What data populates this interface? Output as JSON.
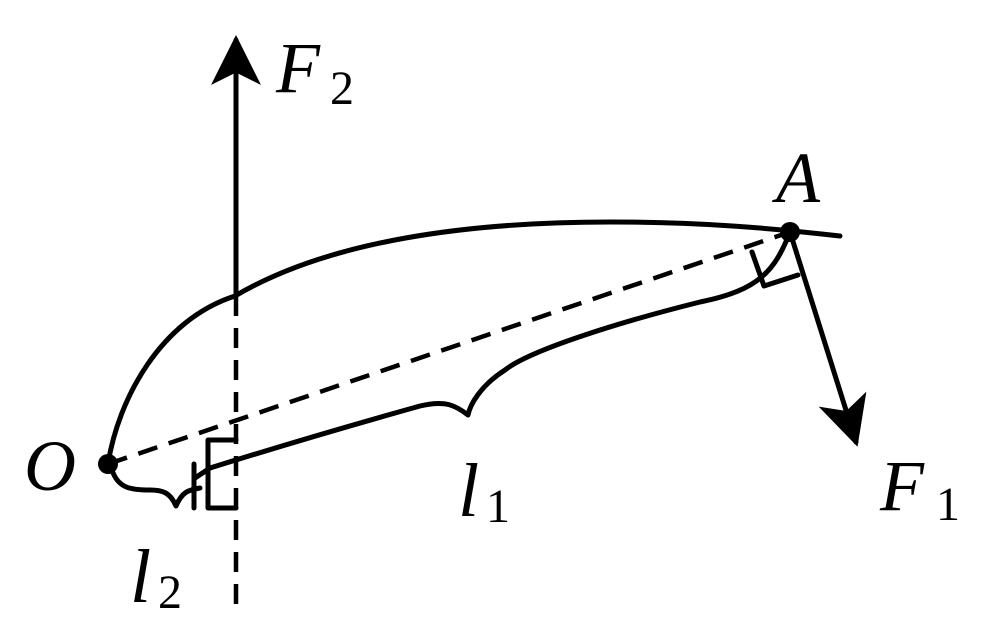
{
  "labels": {
    "f2": "F",
    "f2_sub": "2",
    "f1": "F",
    "f1_sub": "1",
    "point_a": "A",
    "point_o": "O",
    "l1": "l",
    "l1_sub": "1",
    "l2": "l",
    "l2_sub": "2"
  }
}
